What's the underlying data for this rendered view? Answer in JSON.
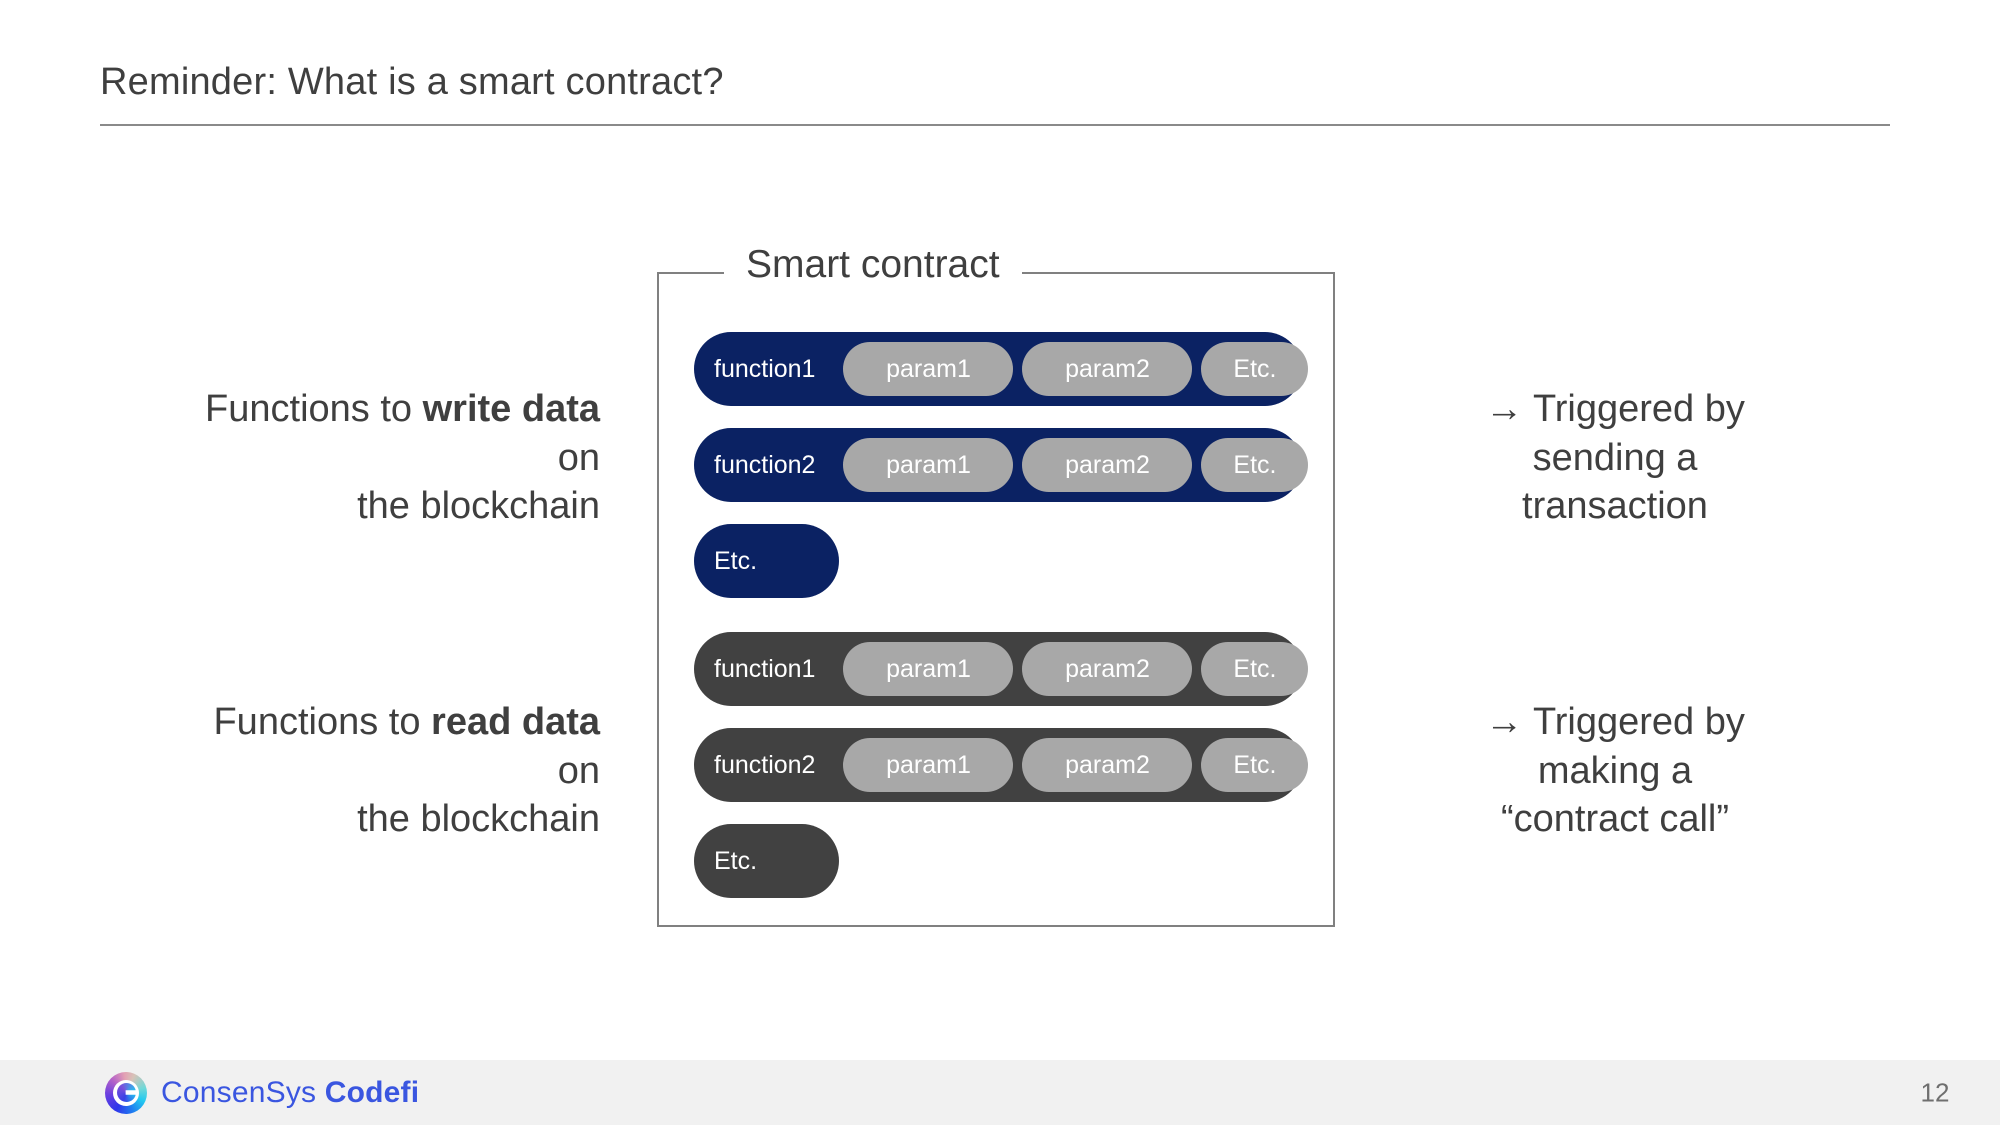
{
  "slide": {
    "title": "Reminder: What is a smart contract?",
    "page_number": "12"
  },
  "contract_box": {
    "legend": "Smart contract",
    "write_rows": [
      {
        "name": "function1",
        "params": [
          "param1",
          "param2",
          "Etc."
        ]
      },
      {
        "name": "function2",
        "params": [
          "param1",
          "param2",
          "Etc."
        ]
      },
      {
        "name": "Etc.",
        "params": []
      }
    ],
    "read_rows": [
      {
        "name": "function1",
        "params": [
          "param1",
          "param2",
          "Etc."
        ]
      },
      {
        "name": "function2",
        "params": [
          "param1",
          "param2",
          "Etc."
        ]
      },
      {
        "name": "Etc.",
        "params": []
      }
    ]
  },
  "captions": {
    "write": {
      "line1": "Functions to ",
      "emphasis": "write data",
      "line2": " on",
      "line3": "the blockchain"
    },
    "read": {
      "line1": "Functions to ",
      "emphasis": "read data",
      "line2": " on",
      "line3": "the blockchain"
    },
    "trigger_transaction": {
      "line1": "→ Triggered by",
      "line2": "sending a",
      "line3": "transaction"
    },
    "trigger_call": {
      "line1": "→ Triggered by",
      "line2": "making a",
      "line3": "“contract call”"
    }
  },
  "footer": {
    "brand_regular": "ConsenSys ",
    "brand_bold": "Codefi"
  },
  "colors": {
    "write_pill": "#0b2263",
    "read_pill": "#414141",
    "param_pill": "#a8a8a8",
    "text_dark": "#3f3f3f",
    "brand_blue": "#3a56e0",
    "footer_bg": "#f1f1f1",
    "rule": "#8a8a8a"
  }
}
